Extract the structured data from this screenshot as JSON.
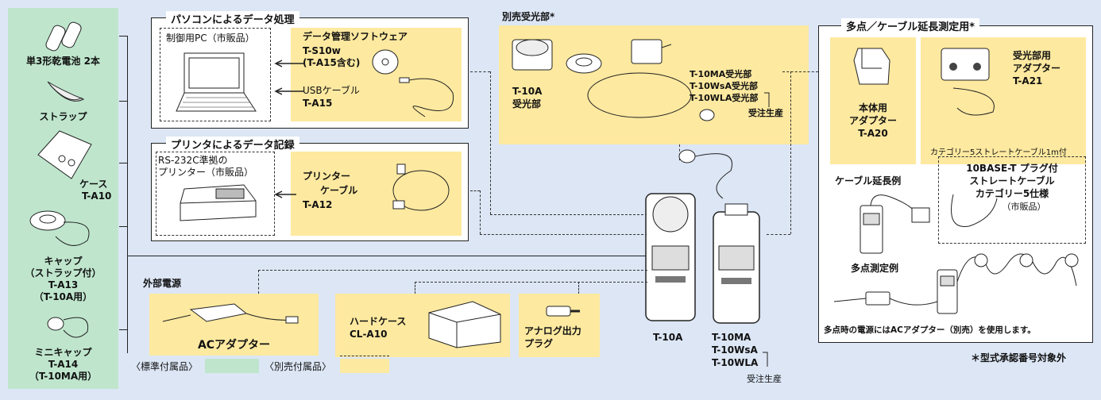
{
  "standard_accessories": {
    "batteries": "単3形乾電池 2本",
    "strap": "ストラップ",
    "case_label": "ケース",
    "case_model": "T-A10",
    "cap_label1": "キャップ",
    "cap_label2": "（ストラップ付）",
    "cap_model": "T-A13",
    "cap_note": "（T-10A用）",
    "minicap_label": "ミニキャップ",
    "minicap_model": "T-A14",
    "minicap_note": "（T-10MA用）"
  },
  "pc_panel": {
    "title": "パソコンによるデータ処理",
    "pc_label": "制御用PC（市販品）",
    "software_title": "データ管理ソフトウェア",
    "software_model": "T-S10w",
    "software_note": "(T-A15含む)",
    "cable_label": "USBケーブル",
    "cable_model": "T-A15"
  },
  "printer_panel": {
    "title": "プリンタによるデータ記録",
    "printer_label1": "RS-232C準拠の",
    "printer_label2": "プリンター（市販品）",
    "cable_label1": "プリンター",
    "cable_label2": "ケーブル",
    "cable_model": "T-A12"
  },
  "receptors": {
    "title": "別売受光部*",
    "t10a_model": "T-10A",
    "t10a_label": "受光部",
    "list": [
      "T-10MA受光部",
      "T-10WsA受光部",
      "T-10WLA受光部"
    ],
    "made_to_order": "受注生産"
  },
  "multipoint": {
    "title": "多点／ケーブル延長測定用*",
    "body_adapter_label1": "本体用",
    "body_adapter_label2": "アダプター",
    "body_adapter_model": "T-A20",
    "receptor_adapter_label1": "受光部用",
    "receptor_adapter_label2": "アダプター",
    "receptor_adapter_model": "T-A21",
    "cable_note": "カテゴリー5ストレートケーブル1m付",
    "ext_example": "ケーブル延長例",
    "lan_line1": "10BASE-T プラグ付",
    "lan_line2": "ストレートケーブル",
    "lan_line3": "カテゴリー5仕様",
    "lan_line4": "（市販品）",
    "multi_example": "多点測定例",
    "power_note": "多点時の電源にはACアダプター（別売）を使用します。"
  },
  "external_power": {
    "title": "外部電源",
    "ac_label": "ACアダプター"
  },
  "hard_case": {
    "label": "ハードケース",
    "model": "CL-A10"
  },
  "analog_plug": {
    "label1": "アナログ出力",
    "label2": "プラグ"
  },
  "meters": {
    "t10a": "T-10A",
    "t10ma": "T-10MA",
    "t10wsa": "T-10WsA",
    "t10wla": "T-10WLA",
    "made_to_order": "受注生産"
  },
  "footnote": "＊型式承認番号対象外",
  "legend": {
    "standard": "〈標準付属品〉",
    "optional": "〈別売付属品〉"
  },
  "colors": {
    "background": "#dce6f5",
    "standard": "#bfe6cd",
    "optional": "#fde9a0"
  }
}
